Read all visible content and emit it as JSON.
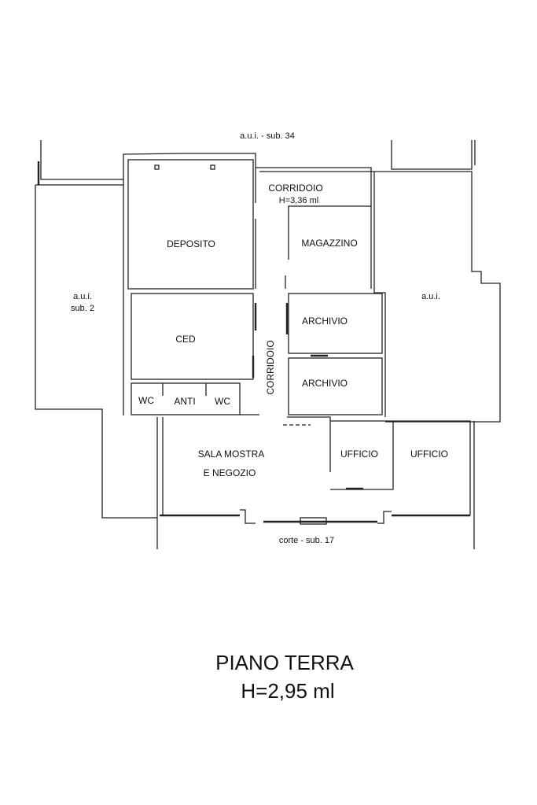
{
  "surroundings": {
    "top": "a.u.i. - sub. 34",
    "left_line1": "a.u.i.",
    "left_line2": "sub. 2",
    "right": "a.u.i.",
    "bottom": "corte - sub. 17"
  },
  "rooms": {
    "corridoio_top": "CORRIDOIO",
    "corridoio_height": "H=3,36 ml",
    "deposito": "DEPOSITO",
    "magazzino": "MAGAZZINO",
    "ced": "CED",
    "corridoio_vertical": "CORRIDOIO",
    "archivio_1": "ARCHIVIO",
    "archivio_2": "ARCHIVIO",
    "wc_1": "WC",
    "anti": "ANTI",
    "wc_2": "WC",
    "sala_line1": "SALA MOSTRA",
    "sala_line2": "E NEGOZIO",
    "ufficio_1": "UFFICIO",
    "ufficio_2": "UFFICIO"
  },
  "title": {
    "line1": "PIANO TERRA",
    "line2": "H=2,95 ml"
  }
}
